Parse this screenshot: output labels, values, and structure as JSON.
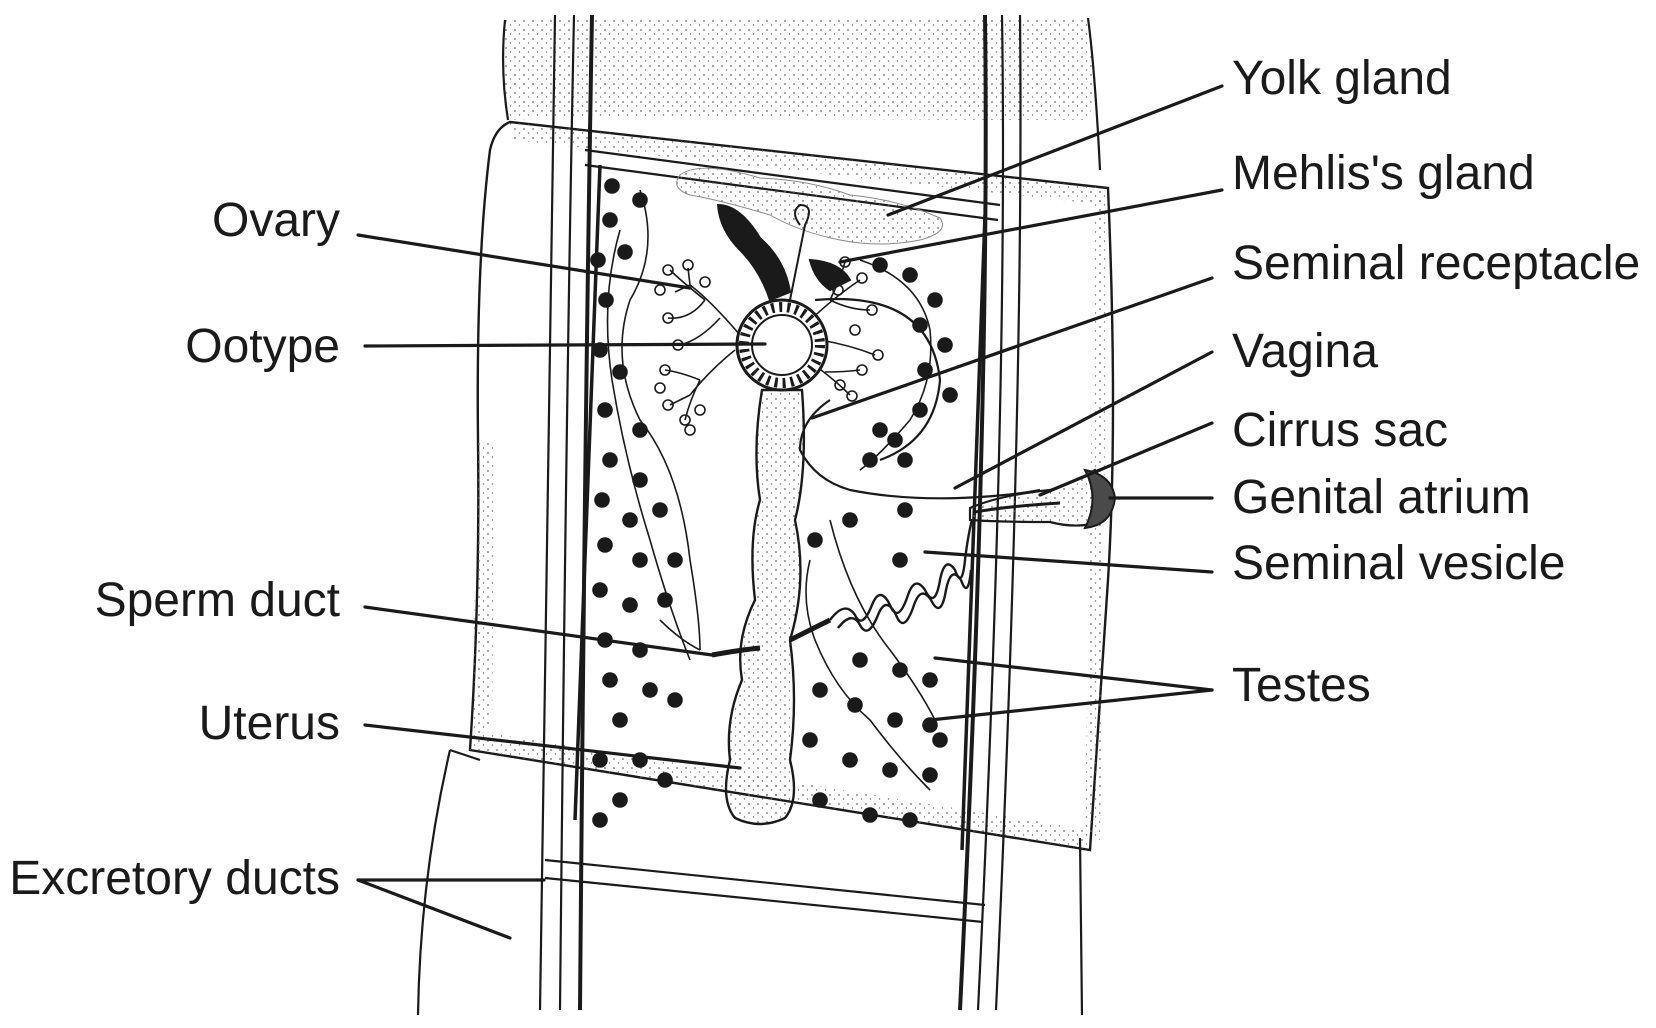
{
  "labels": {
    "left": {
      "ovary": "Ovary",
      "ootype": "Ootype",
      "sperm_duct": "Sperm duct",
      "uterus": "Uterus",
      "excretory_ducts": "Excretory ducts"
    },
    "right": {
      "yolk_gland": "Yolk gland",
      "mehlis_gland": "Mehlis's gland",
      "seminal_receptacle": "Seminal receptacle",
      "vagina": "Vagina",
      "cirrus_sac": "Cirrus sac",
      "genital_atrium": "Genital atrium",
      "seminal_vesicle": "Seminal vesicle",
      "testes": "Testes"
    }
  },
  "colors": {
    "line": "#1a1a1a",
    "stipple": "#6a6a6a",
    "background": "#ffffff"
  }
}
